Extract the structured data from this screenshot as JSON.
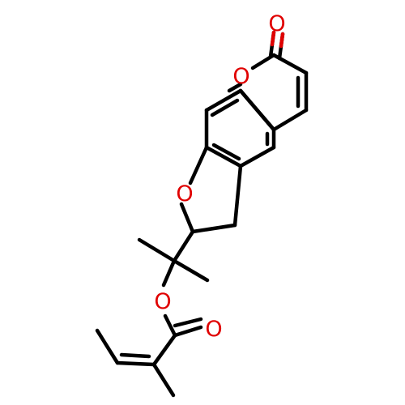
{
  "colors": {
    "bond": "#000000",
    "oxygen": "#e00000",
    "background": "#ffffff"
  },
  "atoms": {
    "carbonyl_oxygen_top": "O",
    "lactone_ring_oxygen": "O",
    "furan_ring_oxygen": "O",
    "ester_oxygen": "O",
    "ester_carbonyl_oxygen": "O"
  }
}
